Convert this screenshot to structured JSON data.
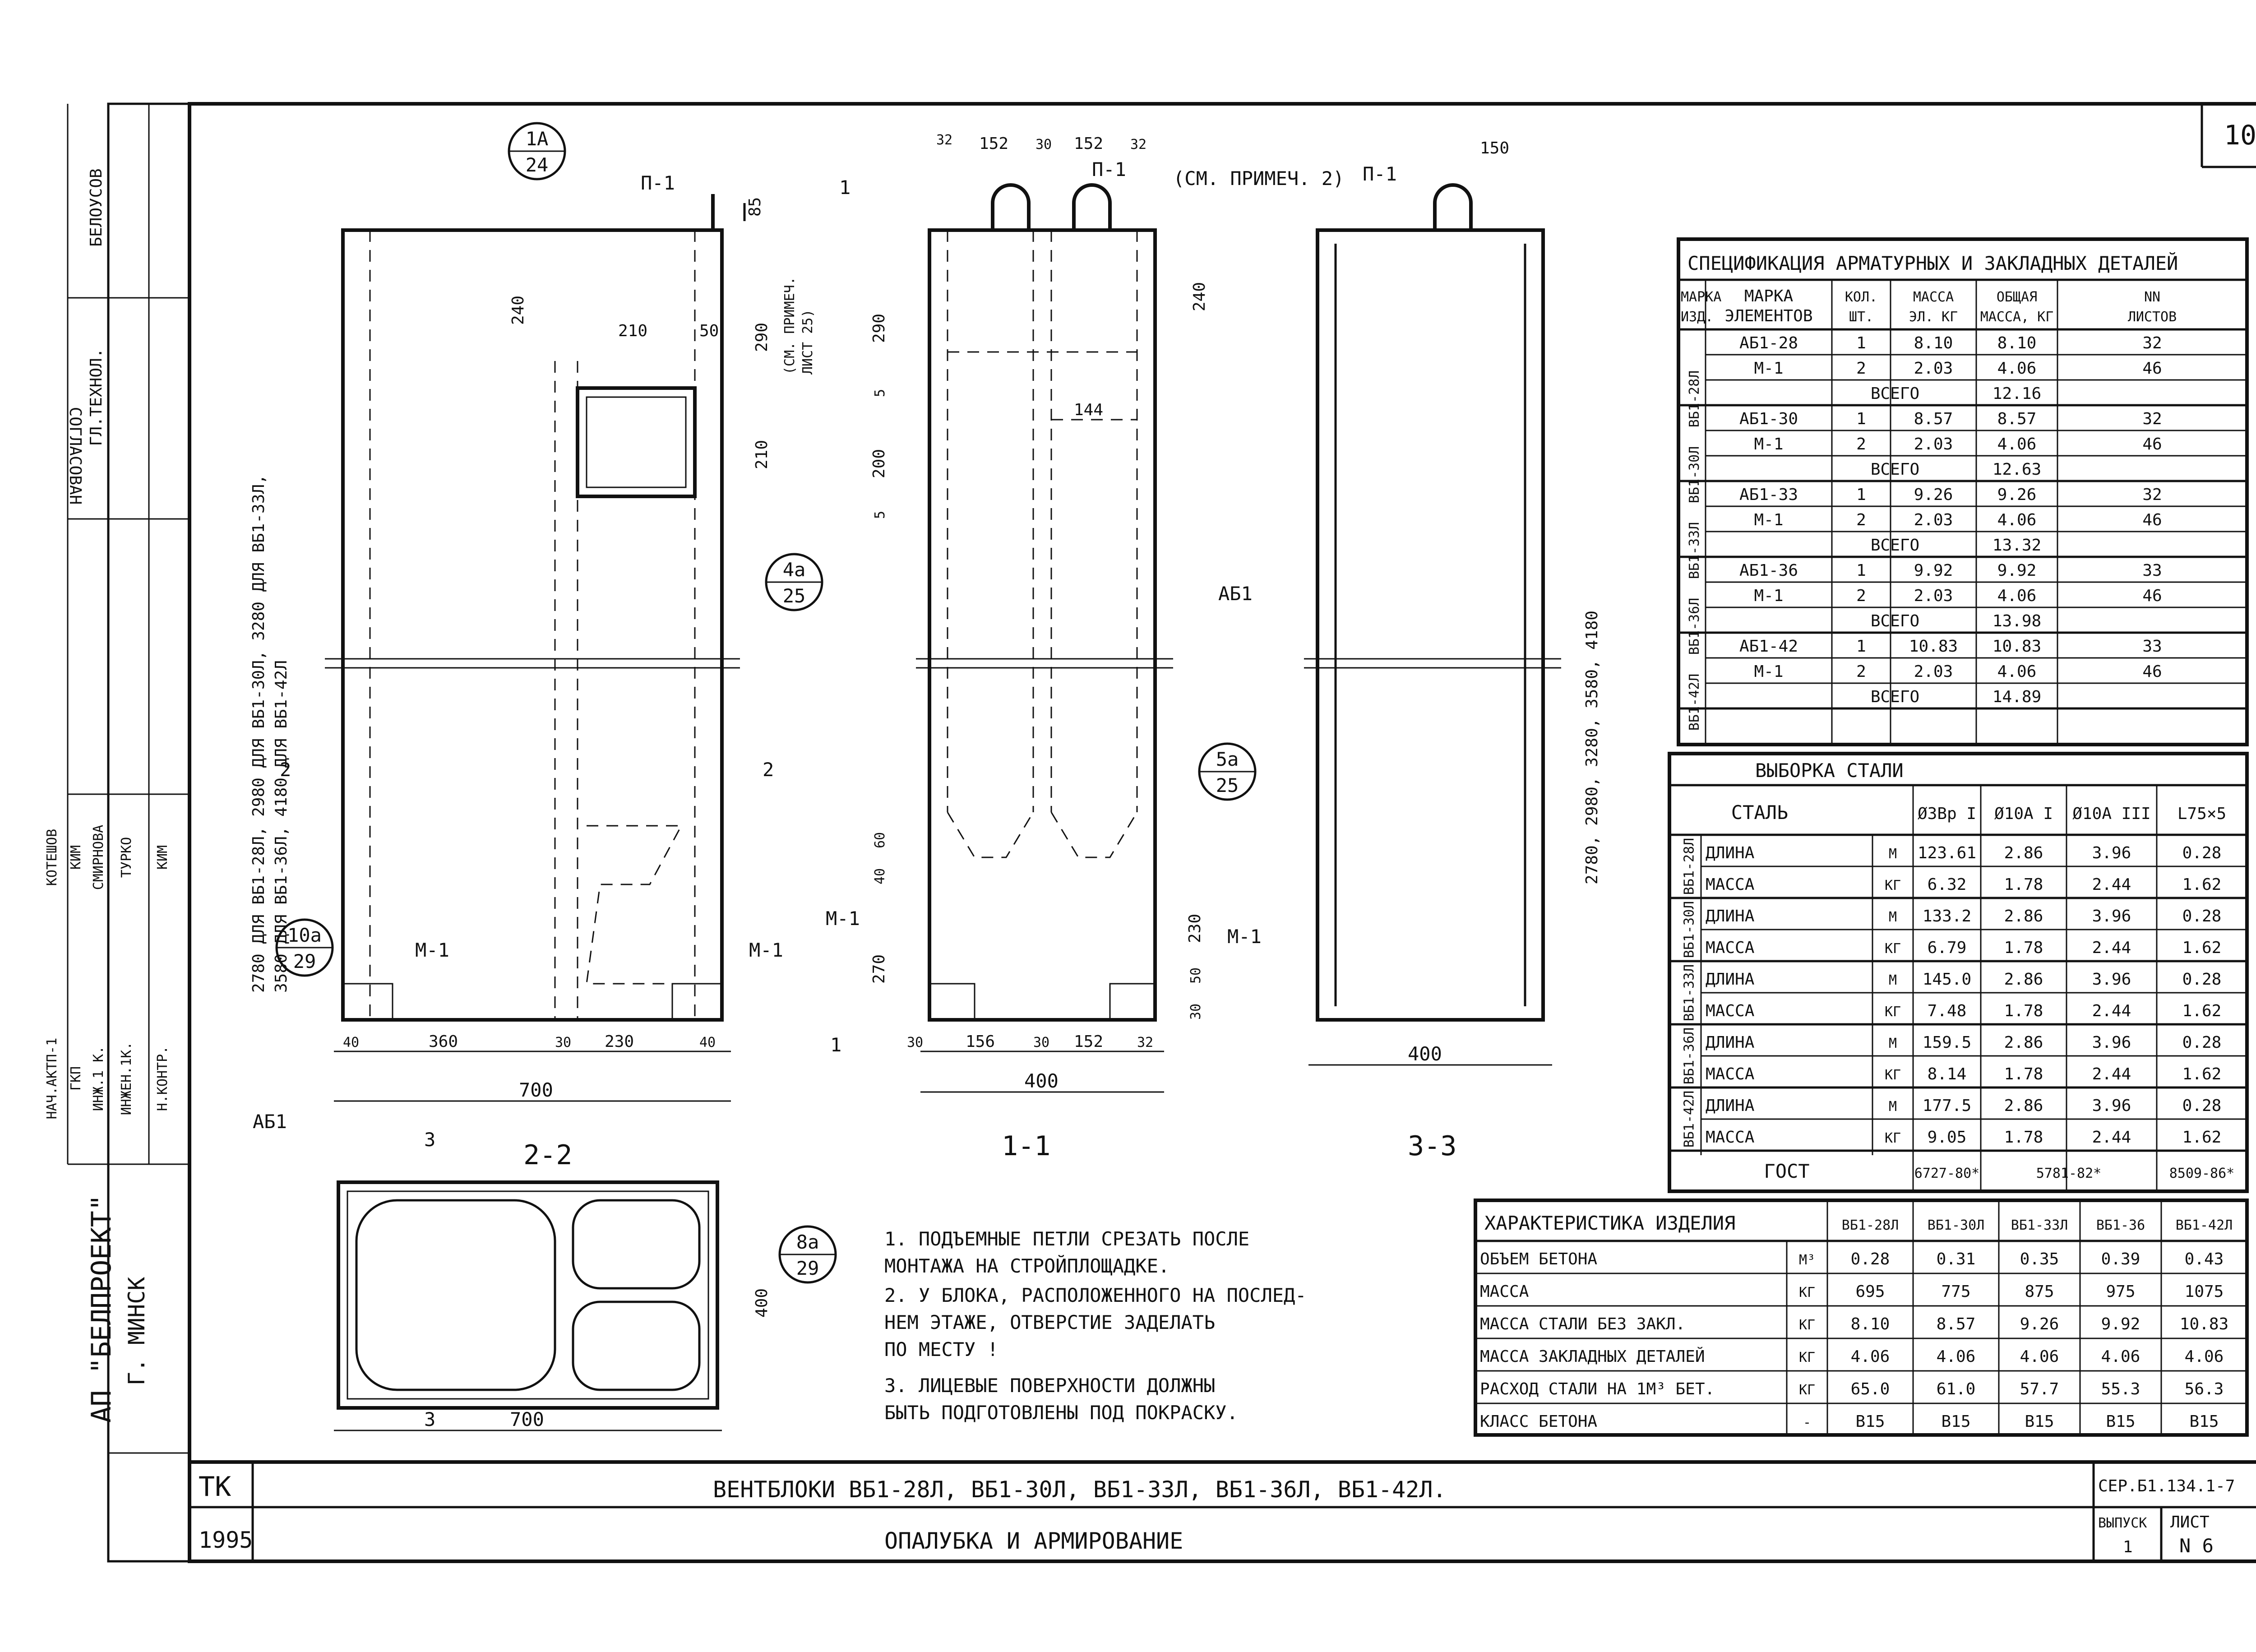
{
  "sheet_number": "10",
  "elevation_labels": {
    "view_1_1": "1-1",
    "view_2_2": "2-2",
    "view_3_3": "3-3"
  },
  "callouts": {
    "c1": {
      "top": "1А",
      "bottom": "24"
    },
    "c4": {
      "top": "4а",
      "bottom": "25"
    },
    "c5": {
      "top": "5а",
      "bottom": "25"
    },
    "c10": {
      "top": "10а",
      "bottom": "29"
    },
    "c8": {
      "top": "8а",
      "bottom": "29"
    }
  },
  "labels": {
    "p1": "П-1",
    "m1": "М-1",
    "ab1": "АБ1",
    "note_ref": "(СМ. ПРИМЕЧ. 2)",
    "note_ref25_a": "(СМ. ПРИМЕЧ.",
    "note_ref25_b": "ЛИСТ 25)",
    "h_heights_a": "2780 ДЛЯ ВБ1-28Л, 2980 ДЛЯ ВБ1-30Л, 3280 ДЛЯ ВБ1-33Л,",
    "h_heights_b": "3580 ДЛЯ ВБ1-36Л, 4180 ДЛЯ ВБ1-42Л",
    "h_heights_3": "2780, 2980, 3280, 3580, 4180",
    "cut_1": "1",
    "cut_2": "2",
    "cut_3": "3"
  },
  "dims": {
    "front": {
      "d85": "85",
      "d240": "240",
      "d290": "290",
      "d210": "210",
      "d210b": "210",
      "d50": "50",
      "b40a": "40",
      "b360": "360",
      "b30": "30",
      "b230": "230",
      "b40b": "40",
      "b700": "700"
    },
    "side11": {
      "t32a": "32",
      "t152a": "152",
      "t30": "30",
      "t152b": "152",
      "t32b": "32",
      "l290": "290",
      "l5a": "5",
      "l200": "200",
      "l5b": "5",
      "r240": "240",
      "m144": "144",
      "l40": "40",
      "l60": "60",
      "l270": "270",
      "r230": "230",
      "r50": "50",
      "r30": "30",
      "b30": "30",
      "b156": "156",
      "b30b": "30",
      "b152": "152",
      "b32": "32",
      "b400": "400"
    },
    "side33": {
      "t150": "150",
      "b400": "400"
    },
    "plan": {
      "w700": "700",
      "h400": "400"
    }
  },
  "spec": {
    "title": "СПЕЦИФИКАЦИЯ АРМАТУРНЫХ И ЗАКЛАДНЫХ ДЕТАЛЕЙ",
    "headers": {
      "mark_a": "МАРКА",
      "mark_b": "ИЗД.",
      "el_a": "МАРКА",
      "el_b": "ЭЛЕМЕНТОВ",
      "qty_a": "КОЛ.",
      "qty_b": "ШТ.",
      "mass_a": "МАССА",
      "mass_b": "ЭЛ. КГ",
      "tot_a": "ОБЩАЯ",
      "tot_b": "МАССА, КГ",
      "sh_a": "NN",
      "sh_b": "ЛИСТОВ"
    },
    "total_label": "ВСЕГО",
    "groups": [
      {
        "mark": "ВБ1-28Л",
        "rows": [
          [
            "АБ1-28",
            "1",
            "8.10",
            "8.10",
            "32"
          ],
          [
            "М-1",
            "2",
            "2.03",
            "4.06",
            "46"
          ]
        ],
        "total": "12.16"
      },
      {
        "mark": "ВБ1-30Л",
        "rows": [
          [
            "АБ1-30",
            "1",
            "8.57",
            "8.57",
            "32"
          ],
          [
            "М-1",
            "2",
            "2.03",
            "4.06",
            "46"
          ]
        ],
        "total": "12.63"
      },
      {
        "mark": "ВБ1-33Л",
        "rows": [
          [
            "АБ1-33",
            "1",
            "9.26",
            "9.26",
            "32"
          ],
          [
            "М-1",
            "2",
            "2.03",
            "4.06",
            "46"
          ]
        ],
        "total": "13.32"
      },
      {
        "mark": "ВБ1-36Л",
        "rows": [
          [
            "АБ1-36",
            "1",
            "9.92",
            "9.92",
            "33"
          ],
          [
            "М-1",
            "2",
            "2.03",
            "4.06",
            "46"
          ]
        ],
        "total": "13.98"
      },
      {
        "mark": "ВБ1-42Л",
        "rows": [
          [
            "АБ1-42",
            "1",
            "10.83",
            "10.83",
            "33"
          ],
          [
            "М-1",
            "2",
            "2.03",
            "4.06",
            "46"
          ]
        ],
        "total": "14.89"
      }
    ]
  },
  "steel": {
    "title": "ВЫБОРКА СТАЛИ",
    "steel_label": "СТАЛЬ",
    "cols": [
      "Ø3Вр I",
      "Ø10А I",
      "Ø10А III",
      "L75×5"
    ],
    "length": "ДЛИНА",
    "mass": "МАССА",
    "unit_m": "М",
    "unit_kg": "КГ",
    "groups": [
      {
        "mark": "ВБ1-28Л",
        "len": [
          "123.61",
          "2.86",
          "3.96",
          "0.28"
        ],
        "mass": [
          "6.32",
          "1.78",
          "2.44",
          "1.62"
        ]
      },
      {
        "mark": "ВБ1-30Л",
        "len": [
          "133.2",
          "2.86",
          "3.96",
          "0.28"
        ],
        "mass": [
          "6.79",
          "1.78",
          "2.44",
          "1.62"
        ]
      },
      {
        "mark": "ВБ1-33Л",
        "len": [
          "145.0",
          "2.86",
          "3.96",
          "0.28"
        ],
        "mass": [
          "7.48",
          "1.78",
          "2.44",
          "1.62"
        ]
      },
      {
        "mark": "ВБ1-36Л",
        "len": [
          "159.5",
          "2.86",
          "3.96",
          "0.28"
        ],
        "mass": [
          "8.14",
          "1.78",
          "2.44",
          "1.62"
        ]
      },
      {
        "mark": "ВБ1-42Л",
        "len": [
          "177.5",
          "2.86",
          "3.96",
          "0.28"
        ],
        "mass": [
          "9.05",
          "1.78",
          "2.44",
          "1.62"
        ]
      }
    ],
    "gost_label": "ГОСТ",
    "gost": [
      "6727-80*",
      "5781-82*",
      "8509-86*"
    ]
  },
  "charact": {
    "title": "ХАРАКТЕРИСТИКА ИЗДЕЛИЯ",
    "cols": [
      "ВБ1-28Л",
      "ВБ1-30Л",
      "ВБ1-33Л",
      "ВБ1-36",
      "ВБ1-42Л"
    ],
    "rows": [
      {
        "name": "ОБЪЕМ БЕТОНА",
        "unit": "М³",
        "vals": [
          "0.28",
          "0.31",
          "0.35",
          "0.39",
          "0.43"
        ]
      },
      {
        "name": "МАССА",
        "unit": "КГ",
        "vals": [
          "695",
          "775",
          "875",
          "975",
          "1075"
        ]
      },
      {
        "name": "МАССА СТАЛИ БЕЗ ЗАКЛ.",
        "unit": "КГ",
        "vals": [
          "8.10",
          "8.57",
          "9.26",
          "9.92",
          "10.83"
        ]
      },
      {
        "name": "МАССА ЗАКЛАДНЫХ ДЕТАЛЕЙ",
        "unit": "КГ",
        "vals": [
          "4.06",
          "4.06",
          "4.06",
          "4.06",
          "4.06"
        ]
      },
      {
        "name": "РАСХОД СТАЛИ НА 1М³ БЕТ.",
        "unit": "КГ",
        "vals": [
          "65.0",
          "61.0",
          "57.7",
          "55.3",
          "56.3"
        ]
      },
      {
        "name": "КЛАСС БЕТОНА",
        "unit": "-",
        "vals": [
          "В15",
          "В15",
          "В15",
          "В15",
          "В15"
        ]
      }
    ]
  },
  "notes": [
    "1. ПОДЪЕМНЫЕ ПЕТЛИ СРЕЗАТЬ ПОСЛЕ",
    "   МОНТАЖА НА СТРОЙПЛОЩАДКЕ.",
    "2. У БЛОКА, РАСПОЛОЖЕННОГО НА ПОСЛЕД-",
    "   НЕМ ЭТАЖЕ, ОТВЕРСТИЕ ЗАДЕЛАТЬ",
    "   ПО МЕСТУ !",
    "3. ЛИЦЕВЫЕ ПОВЕРХНОСТИ ДОЛЖНЫ",
    "   БЫТЬ ПОДГОТОВЛЕНЫ ПОД ПОКРАСКУ."
  ],
  "titleblock": {
    "tk": "ТК",
    "year": "1995",
    "title": "ВЕНТБЛОКИ ВБ1-28Л, ВБ1-30Л, ВБ1-33Л, ВБ1-36Л, ВБ1-42Л.",
    "subtitle": "ОПАЛУБКА И АРМИРОВАНИЕ",
    "series": "СЕР.Б1.134.1-7",
    "issue_label": "ВЫПУСК",
    "issue": "1",
    "sheet_label": "ЛИСТ",
    "sheet": "N 6"
  },
  "sidebar": {
    "org": "АП \"БЕЛПРОЕКТ\"",
    "city": "Г. МИНСК",
    "agreed": "СОГЛАСОВАН",
    "technol": "ГЛ.ТЕХНОЛ.",
    "belousov": "БЕЛОУСОВ",
    "roles": [
      "НАЧ.АКТП-1",
      "ГКП",
      "ИНЖ.1 К.",
      "ИНЖЕН.1К.",
      "Н.КОНТР."
    ],
    "names": [
      "КОТЕШОВ",
      "КИМ",
      "СМИРНОВА",
      "ТУРКО",
      "КИМ"
    ]
  }
}
